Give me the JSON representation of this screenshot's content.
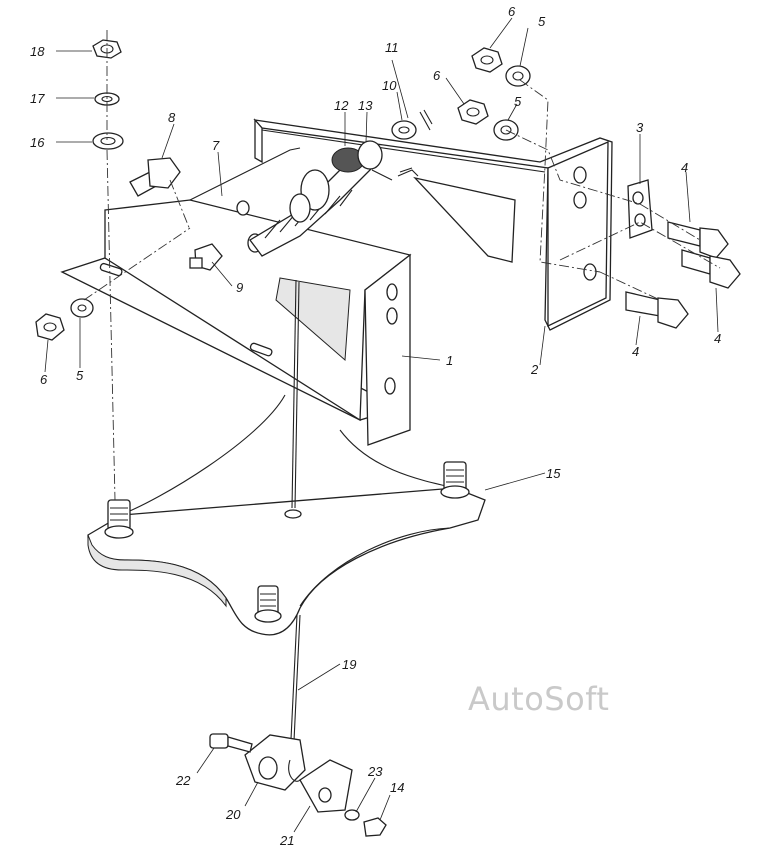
{
  "labels": {
    "p1": "1",
    "p2": "2",
    "p3": "3",
    "p4a": "4",
    "p4b": "4",
    "p4c": "4",
    "p5a": "5",
    "p5b": "5",
    "p5c": "5",
    "p6a": "6",
    "p6b": "6",
    "p6c": "6",
    "p7": "7",
    "p8": "8",
    "p9": "9",
    "p10": "10",
    "p11": "11",
    "p12": "12",
    "p13": "13",
    "p14": "14",
    "p15": "15",
    "p16": "16",
    "p17": "17",
    "p18": "18",
    "p19": "19",
    "p20": "20",
    "p21": "21",
    "p22": "22",
    "p23": "23"
  },
  "watermark": "AutoSoft"
}
